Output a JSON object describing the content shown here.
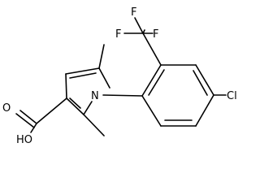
{
  "atoms": {
    "n1": "N",
    "cl": "Cl",
    "oh": "HO",
    "o_carbonyl": "O",
    "f1": "F",
    "f2": "F",
    "f3": "F"
  },
  "colors": {
    "bond": "#000000",
    "text": "#000000",
    "background": "#ffffff"
  }
}
